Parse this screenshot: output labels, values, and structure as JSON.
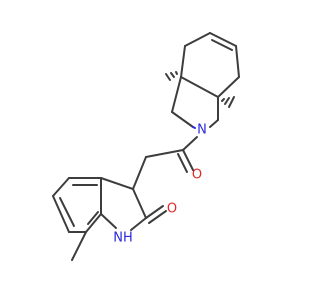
{
  "atoms": [
    {
      "symbol": "N",
      "color": "#2a2ae0"
    },
    {
      "symbol": "O",
      "color": "#e02a2a"
    },
    {
      "symbol": "O",
      "color": "#e02a2a"
    },
    {
      "symbol": "NH",
      "color": "#2a2ae0"
    }
  ],
  "stereo_marks": [
    {
      "type": "hashed-wedge"
    },
    {
      "type": "hashed-wedge"
    }
  ]
}
